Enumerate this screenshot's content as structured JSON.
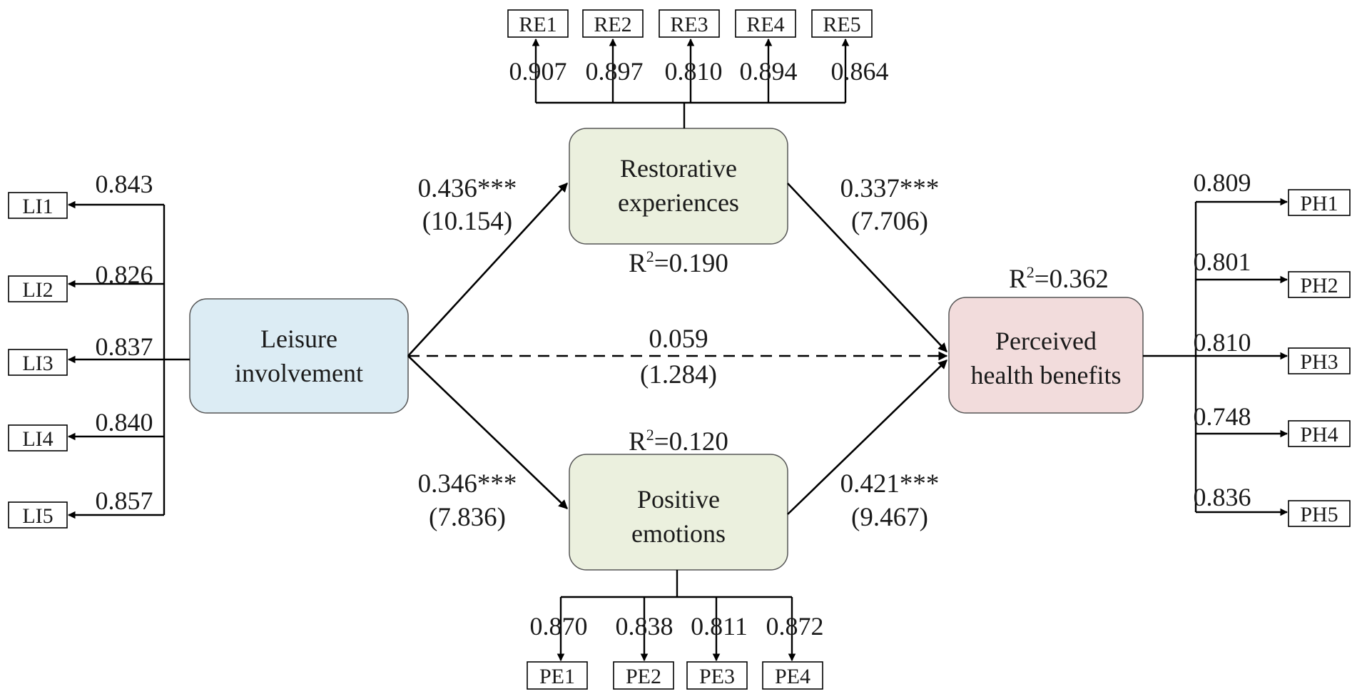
{
  "constructs": {
    "leisure": {
      "line1": "Leisure",
      "line2": "involvement",
      "fill": "#dcecf4"
    },
    "restorative": {
      "line1": "Restorative",
      "line2": "experiences",
      "fill": "#ebf0de"
    },
    "positive": {
      "line1": "Positive",
      "line2": "emotions",
      "fill": "#ebf0de"
    },
    "health": {
      "line1": "Perceived",
      "line2": "health benefits",
      "fill": "#f2dcdc"
    }
  },
  "r_squared": {
    "restorative": {
      "label": "R",
      "sup": "2",
      "value": "=0.190"
    },
    "positive": {
      "label": "R",
      "sup": "2",
      "value": "=0.120"
    },
    "health": {
      "label": "R",
      "sup": "2",
      "value": "=0.362"
    }
  },
  "paths": {
    "leisure_restorative": {
      "beta": "0.436***",
      "t": "(10.154)"
    },
    "leisure_positive": {
      "beta": "0.346***",
      "t": "(7.836)"
    },
    "leisure_health": {
      "beta": "0.059",
      "t": "(1.284)"
    },
    "restorative_health": {
      "beta": "0.337***",
      "t": "(7.706)"
    },
    "positive_health": {
      "beta": "0.421***",
      "t": "(9.467)"
    }
  },
  "indicators": {
    "LI": [
      {
        "name": "LI1",
        "loading": "0.843"
      },
      {
        "name": "LI2",
        "loading": "0.826"
      },
      {
        "name": "LI3",
        "loading": "0.837"
      },
      {
        "name": "LI4",
        "loading": "0.840"
      },
      {
        "name": "LI5",
        "loading": "0.857"
      }
    ],
    "RE": [
      {
        "name": "RE1",
        "loading": "0.907"
      },
      {
        "name": "RE2",
        "loading": "0.897"
      },
      {
        "name": "RE3",
        "loading": "0.810"
      },
      {
        "name": "RE4",
        "loading": "0.894"
      },
      {
        "name": "RE5",
        "loading": "0.864"
      }
    ],
    "PE": [
      {
        "name": "PE1",
        "loading": "0.870"
      },
      {
        "name": "PE2",
        "loading": "0.838"
      },
      {
        "name": "PE3",
        "loading": "0.811"
      },
      {
        "name": "PE4",
        "loading": "0.872"
      }
    ],
    "PH": [
      {
        "name": "PH1",
        "loading": "0.809"
      },
      {
        "name": "PH2",
        "loading": "0.801"
      },
      {
        "name": "PH3",
        "loading": "0.810"
      },
      {
        "name": "PH4",
        "loading": "0.748"
      },
      {
        "name": "PH5",
        "loading": "0.836"
      }
    ]
  }
}
